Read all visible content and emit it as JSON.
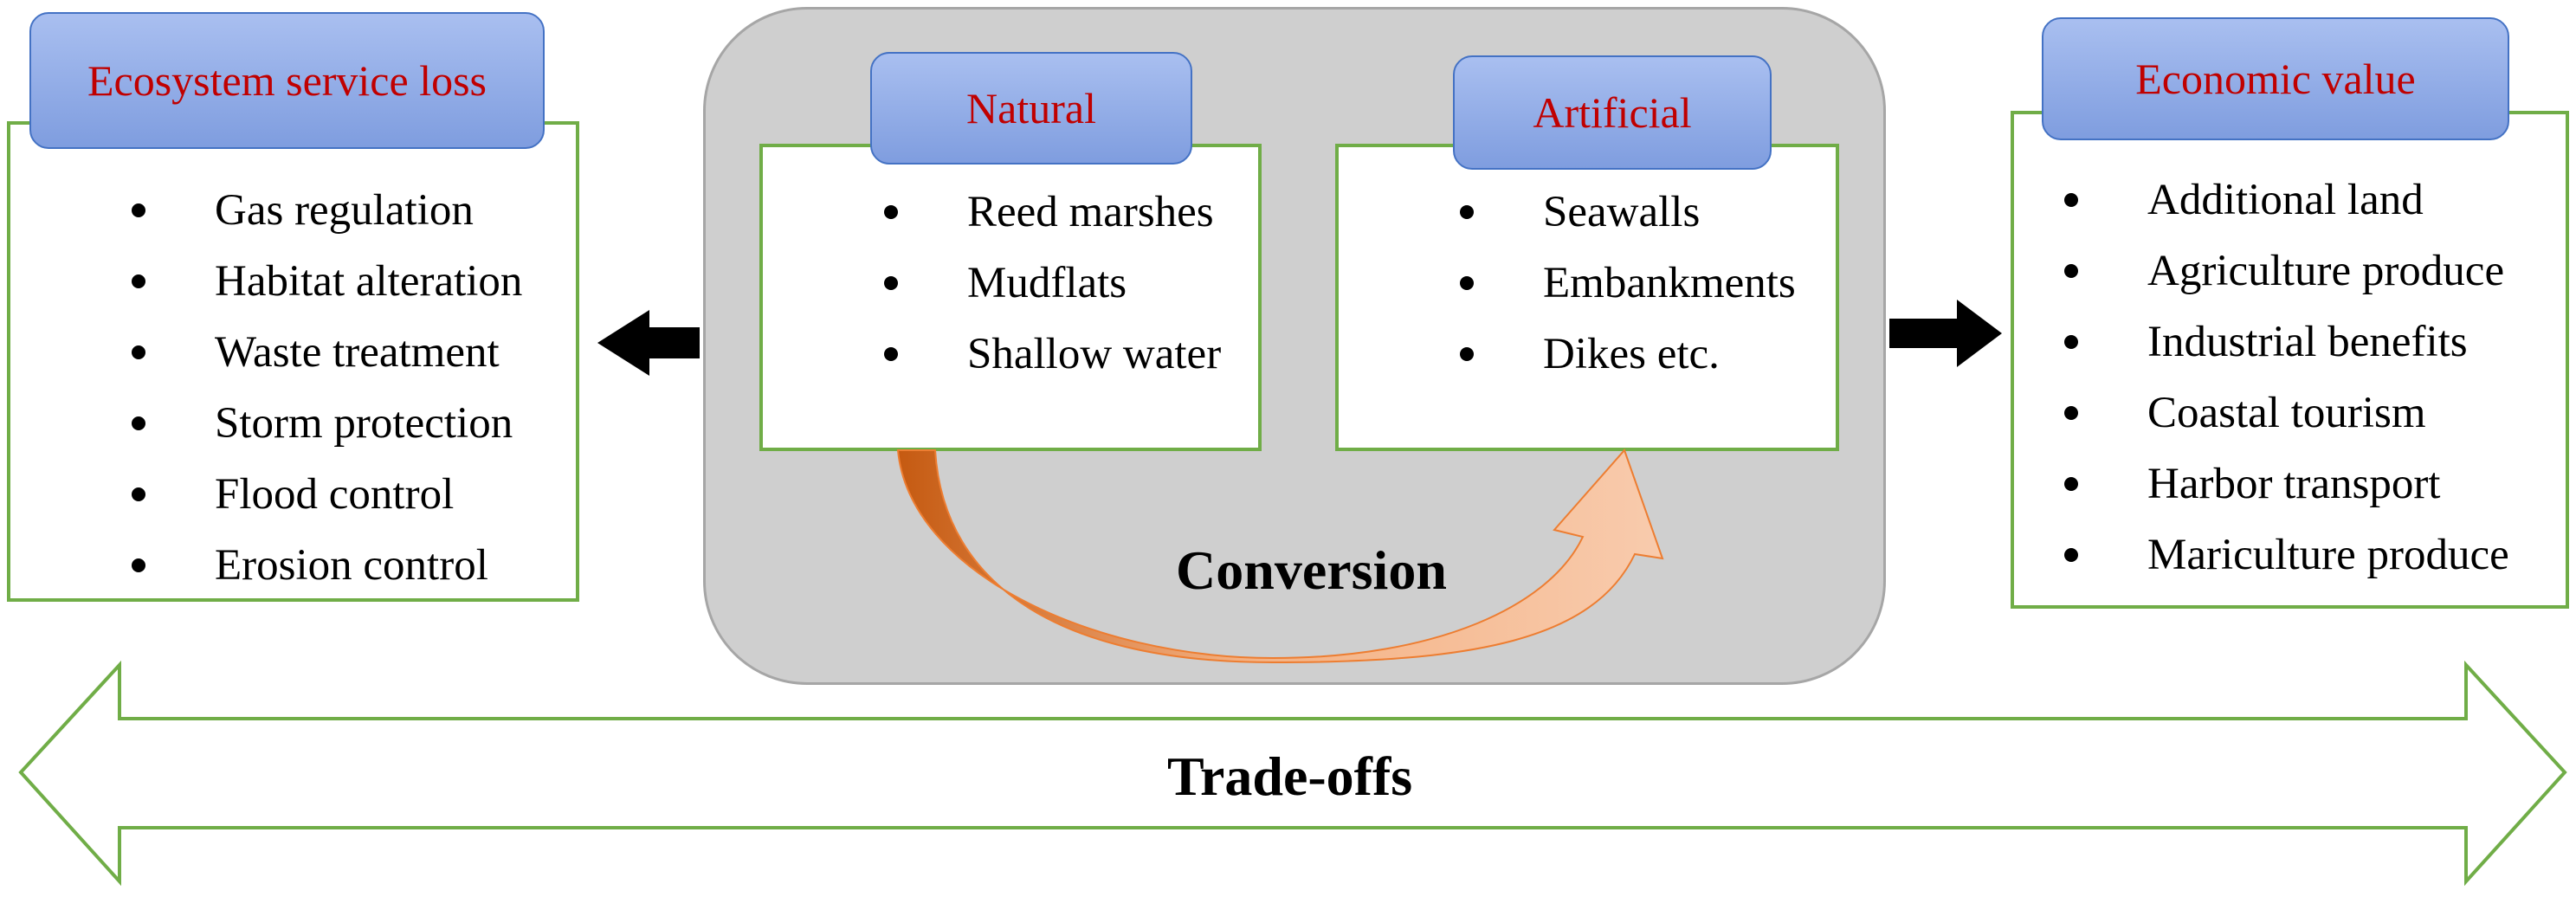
{
  "loss": {
    "title": "Ecosystem service loss",
    "items": [
      "Gas regulation",
      "Habitat alteration",
      "Waste treatment",
      "Storm protection",
      "Flood control",
      "Erosion control"
    ]
  },
  "natural": {
    "title": "Natural",
    "items": [
      "Reed marshes",
      "Mudflats",
      "Shallow water"
    ]
  },
  "artificial": {
    "title": "Artificial",
    "items": [
      "Seawalls",
      "Embankments",
      "Dikes etc."
    ]
  },
  "economic": {
    "title": "Economic value",
    "items": [
      "Additional land",
      "Agriculture produce",
      "Industrial benefits",
      "Coastal tourism",
      "Harbor transport",
      "Mariculture produce"
    ]
  },
  "conversion_label": "Conversion",
  "tradeoffs_label": "Trade-offs",
  "colors": {
    "box_border": "#70ad47",
    "header_fill": "#8faadc",
    "header_text": "#c00000",
    "panel_fill": "#cfcfcf",
    "conversion_arrow": "#f4b183"
  }
}
